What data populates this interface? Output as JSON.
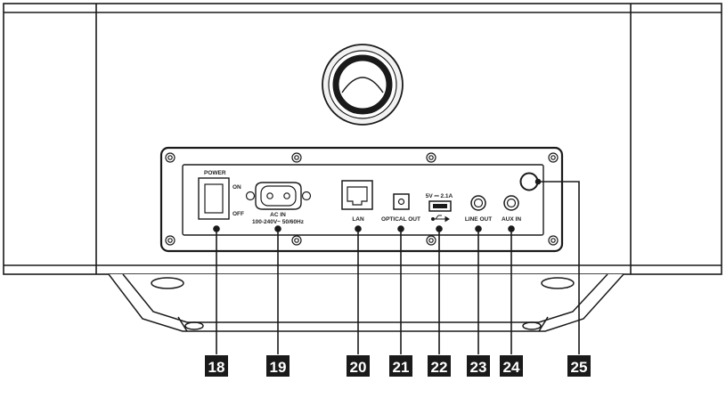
{
  "panel_labels": {
    "power": "POWER",
    "on": "ON",
    "off": "OFF",
    "ac_in": "AC IN",
    "ac_rating": "100-240V~ 50/60Hz",
    "lan": "LAN",
    "optical_out": "OPTICAL OUT",
    "usb_rating": "5V ⎓ 2.1A",
    "line_out": "LINE OUT",
    "aux_in": "AUX IN"
  },
  "callouts": [
    "18",
    "19",
    "20",
    "21",
    "22",
    "23",
    "24",
    "25"
  ],
  "colors": {
    "line": "#1a1a1a",
    "callout_box": "#1a1a1a",
    "callout_text": "#ffffff",
    "background": "#ffffff"
  }
}
